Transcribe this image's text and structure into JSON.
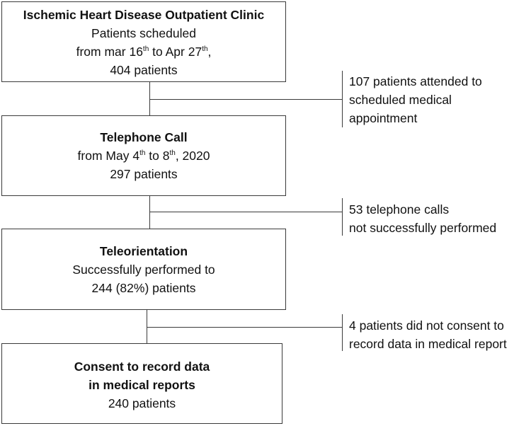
{
  "box1": {
    "title": "Ischemic Heart Disease Outpatient Clinic",
    "line1": "Patients scheduled",
    "line2_a": "from mar 16",
    "line2_sup1": "th",
    "line2_b": " to Apr 27",
    "line2_sup2": "th",
    "line2_c": ",",
    "line3": "404 patients"
  },
  "exclusion1": {
    "line1": "107 patients attended to",
    "line2": "scheduled medical",
    "line3": "appointment"
  },
  "box2": {
    "title": "Telephone Call",
    "line1_a": "from May 4",
    "line1_sup1": "th",
    "line1_b": " to 8",
    "line1_sup2": "th",
    "line1_c": ", 2020",
    "line2": "297 patients"
  },
  "exclusion2": {
    "line1": "53 telephone calls",
    "line2": "not successfully performed"
  },
  "box3": {
    "title": "Teleorientation",
    "line1": "Successfully performed to",
    "line2": "244 (82%) patients"
  },
  "exclusion3": {
    "line1": "4 patients did not consent to",
    "line2": "record data in medical report"
  },
  "box4": {
    "title_line1": "Consent to record data",
    "title_line2": "in medical reports",
    "line1": "240 patients"
  }
}
